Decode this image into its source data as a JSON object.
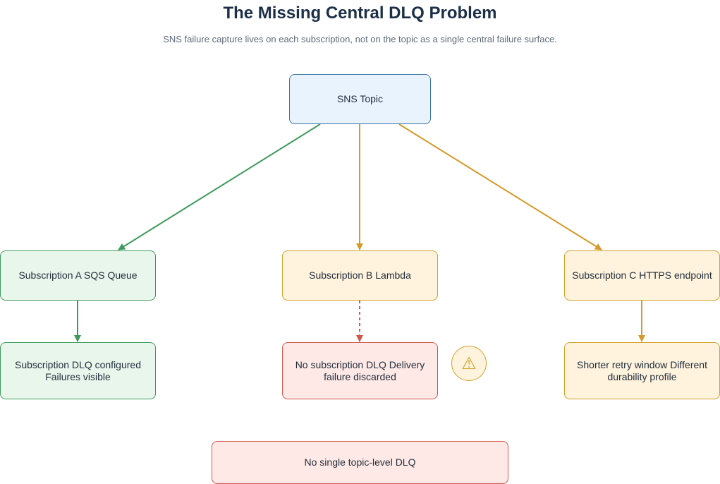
{
  "header": {
    "title": "The Missing Central DLQ Problem",
    "subtitle": "SNS failure capture lives on each subscription, not on the topic as a single central failure surface."
  },
  "nodes": {
    "sns_topic": "SNS Topic",
    "sub_a": "Subscription A SQS Queue",
    "sub_b": "Subscription B Lambda",
    "sub_c": "Subscription C HTTPS endpoint",
    "dlq_a": "Subscription DLQ configured Failures visible",
    "dlq_b": "No subscription DLQ Delivery failure discarded",
    "dlq_c": "Shorter retry window Different durability profile",
    "topic_dlq": "No single topic-level DLQ"
  },
  "icons": {
    "warning": "⚠"
  },
  "colors": {
    "green": "#3e9a5c",
    "yellow": "#d1a22a",
    "red": "#d0584a",
    "blue": "#3d73a8"
  }
}
